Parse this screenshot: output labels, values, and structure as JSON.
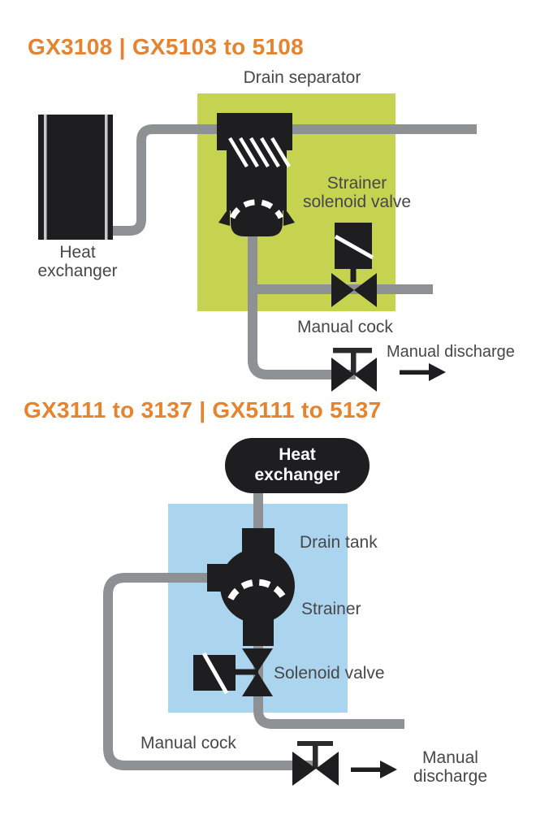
{
  "colors": {
    "accent_orange": "#e5832f",
    "green_box": "#c6d351",
    "blue_box": "#abd4ee",
    "pipe_gray": "#8e9193",
    "component_black": "#1e1e20",
    "label_gray": "#47474a"
  },
  "sections": [
    {
      "id": "gx3108",
      "heading": "GX3108 | GX5103 to 5108",
      "labels": {
        "drain_separator": "Drain separator",
        "heat_exchanger_line1": "Heat",
        "heat_exchanger_line2": "exchanger",
        "strainer_solenoid_line1": "Strainer",
        "strainer_solenoid_line2": "solenoid valve",
        "manual_cock": "Manual cock",
        "manual_discharge": "Manual discharge"
      }
    },
    {
      "id": "gx3111",
      "heading": "GX3111 to 3137 | GX5111 to 5137",
      "labels": {
        "heat_exchanger_line1": "Heat",
        "heat_exchanger_line2": "exchanger",
        "drain_tank": "Drain tank",
        "strainer": "Strainer",
        "solenoid_valve": "Solenoid valve",
        "manual_cock": "Manual cock",
        "manual_discharge_line1": "Manual",
        "manual_discharge_line2": "discharge"
      }
    }
  ]
}
